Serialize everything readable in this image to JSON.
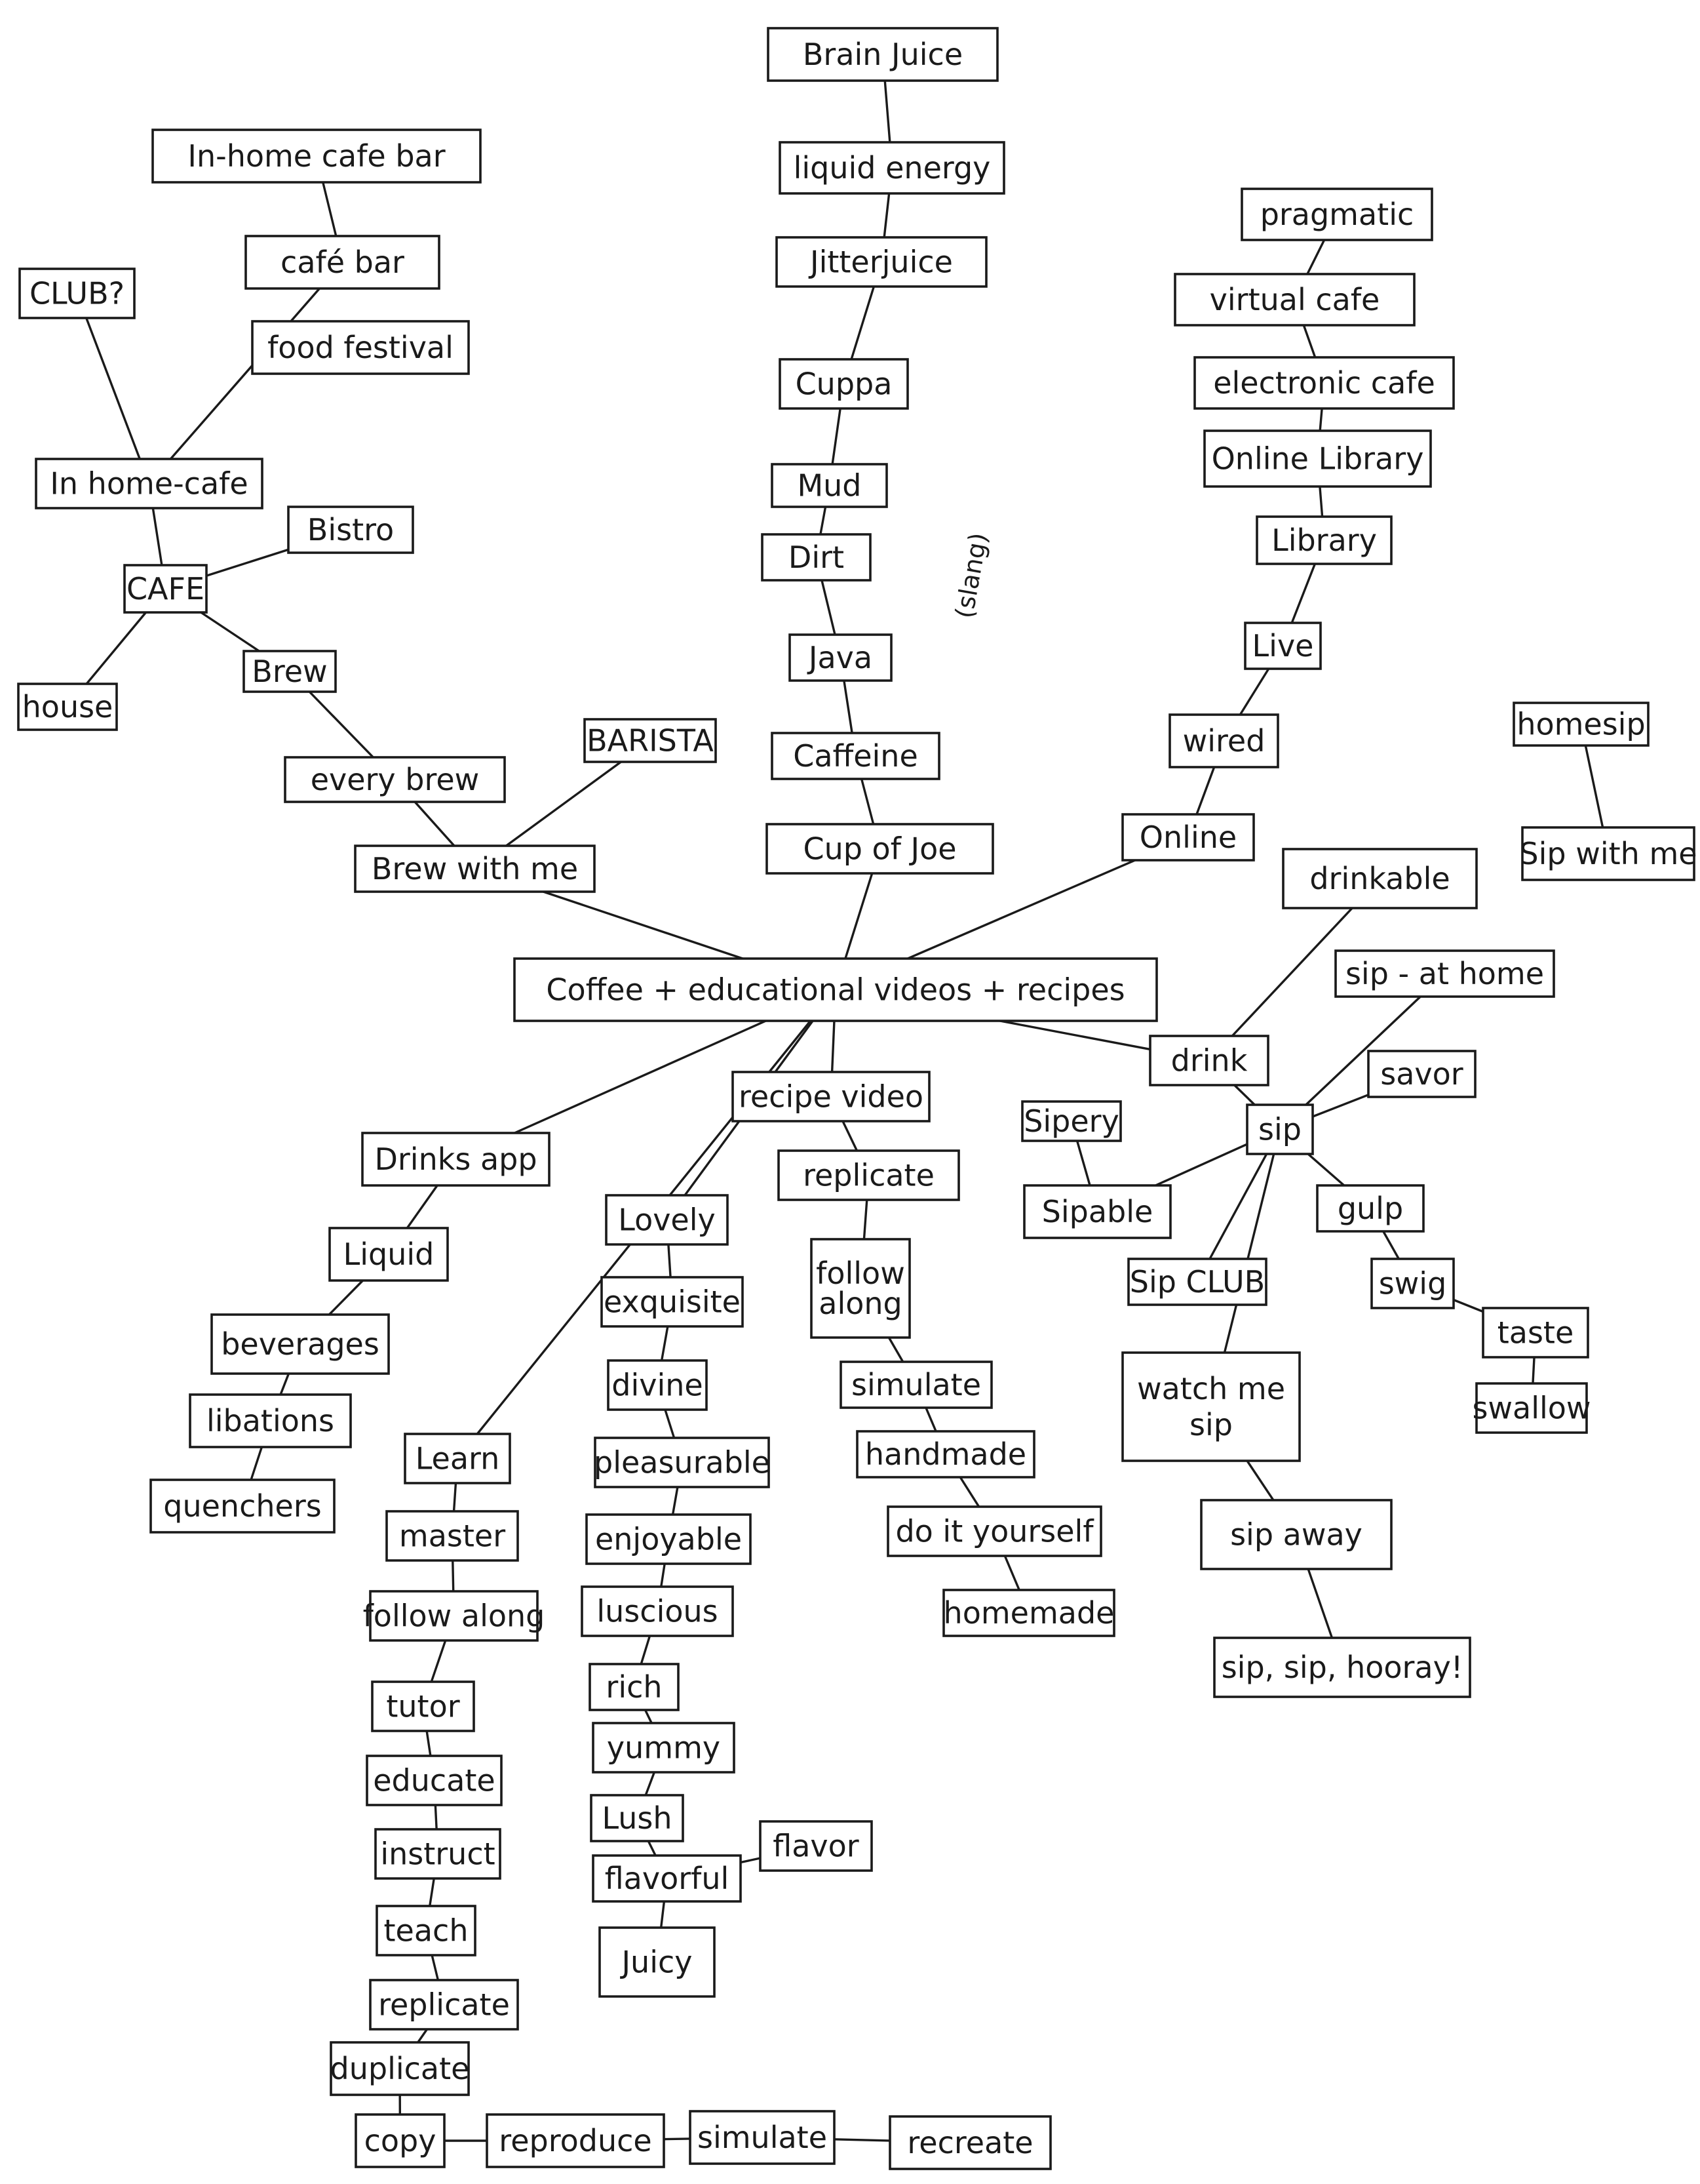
{
  "diagram": {
    "nodes": [
      {
        "id": "center",
        "label": "Coffee + educational videos + recipes"
      },
      {
        "id": "brew_with_me",
        "label": "Brew with me"
      },
      {
        "id": "barista",
        "label": "BARISTA"
      },
      {
        "id": "every_brew",
        "label": "every brew"
      },
      {
        "id": "brew",
        "label": "Brew"
      },
      {
        "id": "cafe",
        "label": "CAFE"
      },
      {
        "id": "bistro",
        "label": "Bistro"
      },
      {
        "id": "house",
        "label": "house"
      },
      {
        "id": "in_home_cafe",
        "label": "In home-cafe"
      },
      {
        "id": "club_q",
        "label": "CLUB?"
      },
      {
        "id": "cafe_bar",
        "label": "café bar"
      },
      {
        "id": "in_home_cafe_bar",
        "label": "In-home cafe bar"
      },
      {
        "id": "food_festival",
        "label": "food festival"
      },
      {
        "id": "cup_of_joe",
        "label": "Cup of Joe"
      },
      {
        "id": "caffeine",
        "label": "Caffeine"
      },
      {
        "id": "java",
        "label": "Java"
      },
      {
        "id": "dirt",
        "label": "Dirt"
      },
      {
        "id": "mud",
        "label": "Mud"
      },
      {
        "id": "cuppa",
        "label": "Cuppa"
      },
      {
        "id": "jitterjuice",
        "label": "Jitterjuice"
      },
      {
        "id": "liquid_energy",
        "label": "liquid energy"
      },
      {
        "id": "brain_juice",
        "label": "Brain Juice"
      },
      {
        "id": "online",
        "label": "Online"
      },
      {
        "id": "wired",
        "label": "wired"
      },
      {
        "id": "live",
        "label": "Live"
      },
      {
        "id": "library",
        "label": "Library"
      },
      {
        "id": "online_library",
        "label": "Online Library"
      },
      {
        "id": "electronic_cafe",
        "label": "electronic cafe"
      },
      {
        "id": "virtual_cafe",
        "label": "virtual cafe"
      },
      {
        "id": "pragmatic",
        "label": "pragmatic"
      },
      {
        "id": "drink",
        "label": "drink"
      },
      {
        "id": "drinkable",
        "label": "drinkable"
      },
      {
        "id": "sip",
        "label": "sip"
      },
      {
        "id": "sip_at_home",
        "label": "sip - at home"
      },
      {
        "id": "sip_with_me",
        "label": "Sip with me"
      },
      {
        "id": "homesip",
        "label": "homesip"
      },
      {
        "id": "savor",
        "label": "savor"
      },
      {
        "id": "sipery",
        "label": "Sipery"
      },
      {
        "id": "sipable",
        "label": "Sipable"
      },
      {
        "id": "sip_club",
        "label": "Sip CLUB"
      },
      {
        "id": "gulp",
        "label": "gulp"
      },
      {
        "id": "swig",
        "label": "swig"
      },
      {
        "id": "taste",
        "label": "taste"
      },
      {
        "id": "swallow",
        "label": "swallow"
      },
      {
        "id": "watch_me_sip",
        "label": "watch me sip"
      },
      {
        "id": "sip_away",
        "label": "sip away"
      },
      {
        "id": "sip_sip_hooray",
        "label": "sip, sip, hooray!"
      },
      {
        "id": "recipe_video",
        "label": "recipe video"
      },
      {
        "id": "replicate_r",
        "label": "replicate"
      },
      {
        "id": "follow_along_r",
        "label": "follow along"
      },
      {
        "id": "simulate_r",
        "label": "simulate"
      },
      {
        "id": "handmade",
        "label": "handmade"
      },
      {
        "id": "diy",
        "label": "do it yourself"
      },
      {
        "id": "homemade",
        "label": "homemade"
      },
      {
        "id": "lovely",
        "label": "Lovely"
      },
      {
        "id": "exquisite",
        "label": "exquisite"
      },
      {
        "id": "divine",
        "label": "divine"
      },
      {
        "id": "pleasurable",
        "label": "pleasurable"
      },
      {
        "id": "enjoyable",
        "label": "enjoyable"
      },
      {
        "id": "luscious",
        "label": "luscious"
      },
      {
        "id": "rich",
        "label": "rich"
      },
      {
        "id": "yummy",
        "label": "yummy"
      },
      {
        "id": "lush",
        "label": "Lush"
      },
      {
        "id": "flavorful",
        "label": "flavorful"
      },
      {
        "id": "flavor",
        "label": "flavor"
      },
      {
        "id": "juicy",
        "label": "Juicy"
      },
      {
        "id": "drinks_app",
        "label": "Drinks app"
      },
      {
        "id": "liquid",
        "label": "Liquid"
      },
      {
        "id": "beverages",
        "label": "beverages"
      },
      {
        "id": "libations",
        "label": "libations"
      },
      {
        "id": "quenchers",
        "label": "quenchers"
      },
      {
        "id": "learn",
        "label": "Learn"
      },
      {
        "id": "master",
        "label": "master"
      },
      {
        "id": "follow_along_l",
        "label": "follow along"
      },
      {
        "id": "tutor",
        "label": "tutor"
      },
      {
        "id": "educate",
        "label": "educate"
      },
      {
        "id": "instruct",
        "label": "instruct"
      },
      {
        "id": "teach",
        "label": "teach"
      },
      {
        "id": "replicate_l",
        "label": "replicate"
      },
      {
        "id": "duplicate",
        "label": "duplicate"
      },
      {
        "id": "copy",
        "label": "copy"
      },
      {
        "id": "reproduce",
        "label": "reproduce"
      },
      {
        "id": "simulate_l",
        "label": "simulate"
      },
      {
        "id": "recreate",
        "label": "recreate"
      }
    ],
    "edges": [
      [
        "center",
        "brew_with_me"
      ],
      [
        "brew_with_me",
        "barista"
      ],
      [
        "brew_with_me",
        "every_brew"
      ],
      [
        "every_brew",
        "brew"
      ],
      [
        "brew",
        "cafe"
      ],
      [
        "cafe",
        "bistro"
      ],
      [
        "cafe",
        "house"
      ],
      [
        "cafe",
        "in_home_cafe"
      ],
      [
        "in_home_cafe",
        "club_q"
      ],
      [
        "in_home_cafe",
        "cafe_bar"
      ],
      [
        "cafe_bar",
        "in_home_cafe_bar"
      ],
      [
        "center",
        "cup_of_joe"
      ],
      [
        "cup_of_joe",
        "caffeine"
      ],
      [
        "caffeine",
        "java"
      ],
      [
        "java",
        "dirt"
      ],
      [
        "dirt",
        "mud"
      ],
      [
        "mud",
        "cuppa"
      ],
      [
        "cuppa",
        "jitterjuice"
      ],
      [
        "jitterjuice",
        "liquid_energy"
      ],
      [
        "liquid_energy",
        "brain_juice"
      ],
      [
        "center",
        "online"
      ],
      [
        "online",
        "wired"
      ],
      [
        "wired",
        "live"
      ],
      [
        "live",
        "library"
      ],
      [
        "library",
        "online_library"
      ],
      [
        "online_library",
        "electronic_cafe"
      ],
      [
        "electronic_cafe",
        "virtual_cafe"
      ],
      [
        "virtual_cafe",
        "pragmatic"
      ],
      [
        "center",
        "drink"
      ],
      [
        "drink",
        "drinkable"
      ],
      [
        "drink",
        "sip"
      ],
      [
        "sip",
        "sip_at_home"
      ],
      [
        "sip",
        "savor"
      ],
      [
        "sip",
        "sipable"
      ],
      [
        "sip",
        "sip_club"
      ],
      [
        "sip",
        "gulp"
      ],
      [
        "sip",
        "watch_me_sip"
      ],
      [
        "sipery",
        "sipable"
      ],
      [
        "gulp",
        "swig"
      ],
      [
        "swig",
        "taste"
      ],
      [
        "taste",
        "swallow"
      ],
      [
        "watch_me_sip",
        "sip_away"
      ],
      [
        "sip_away",
        "sip_sip_hooray"
      ],
      [
        "homesip",
        "sip_with_me"
      ],
      [
        "center",
        "recipe_video"
      ],
      [
        "recipe_video",
        "replicate_r"
      ],
      [
        "replicate_r",
        "follow_along_r"
      ],
      [
        "follow_along_r",
        "simulate_r"
      ],
      [
        "simulate_r",
        "handmade"
      ],
      [
        "handmade",
        "diy"
      ],
      [
        "diy",
        "homemade"
      ],
      [
        "center",
        "lovely"
      ],
      [
        "lovely",
        "exquisite"
      ],
      [
        "exquisite",
        "divine"
      ],
      [
        "divine",
        "pleasurable"
      ],
      [
        "pleasurable",
        "enjoyable"
      ],
      [
        "enjoyable",
        "luscious"
      ],
      [
        "luscious",
        "rich"
      ],
      [
        "rich",
        "yummy"
      ],
      [
        "yummy",
        "lush"
      ],
      [
        "lush",
        "flavorful"
      ],
      [
        "flavorful",
        "flavor"
      ],
      [
        "flavorful",
        "juicy"
      ],
      [
        "center",
        "drinks_app"
      ],
      [
        "drinks_app",
        "liquid"
      ],
      [
        "liquid",
        "beverages"
      ],
      [
        "beverages",
        "libations"
      ],
      [
        "libations",
        "quenchers"
      ],
      [
        "center",
        "learn"
      ],
      [
        "learn",
        "master"
      ],
      [
        "master",
        "follow_along_l"
      ],
      [
        "follow_along_l",
        "tutor"
      ],
      [
        "tutor",
        "educate"
      ],
      [
        "educate",
        "instruct"
      ],
      [
        "instruct",
        "teach"
      ],
      [
        "teach",
        "replicate_l"
      ],
      [
        "replicate_l",
        "duplicate"
      ],
      [
        "duplicate",
        "copy"
      ],
      [
        "copy",
        "reproduce"
      ],
      [
        "reproduce",
        "simulate_l"
      ],
      [
        "simulate_l",
        "recreate"
      ]
    ],
    "annotations": [
      {
        "id": "slang_note",
        "label": "(slang)"
      }
    ]
  }
}
